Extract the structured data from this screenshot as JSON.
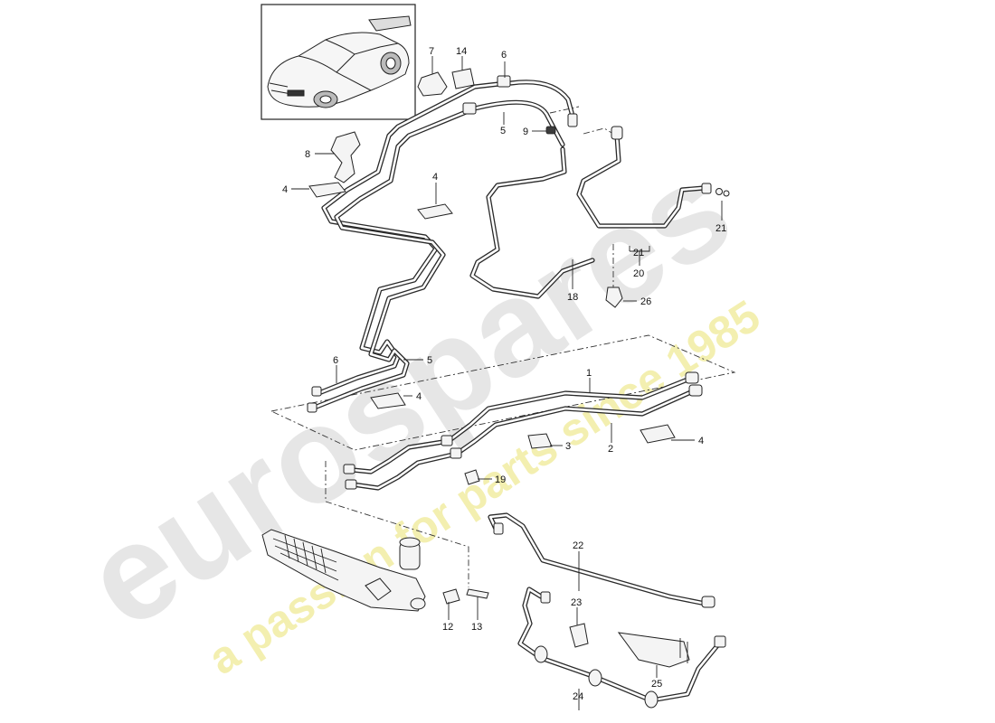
{
  "watermark": {
    "brand": "eurospares",
    "tagline": "a passion for parts since 1985",
    "brand_color": "#e6e6e6",
    "tagline_color": "#f3efb0"
  },
  "thumbnail": {
    "icon": "car-thumbnail-icon"
  },
  "callouts": [
    {
      "id": "p1",
      "label": "1"
    },
    {
      "id": "p2",
      "label": "2"
    },
    {
      "id": "p3",
      "label": "3"
    },
    {
      "id": "p4a",
      "label": "4"
    },
    {
      "id": "p4b",
      "label": "4"
    },
    {
      "id": "p4c",
      "label": "4"
    },
    {
      "id": "p4d",
      "label": "4"
    },
    {
      "id": "p5a",
      "label": "5"
    },
    {
      "id": "p5b",
      "label": "5"
    },
    {
      "id": "p6a",
      "label": "6"
    },
    {
      "id": "p6b",
      "label": "6"
    },
    {
      "id": "p7",
      "label": "7"
    },
    {
      "id": "p8",
      "label": "8"
    },
    {
      "id": "p9",
      "label": "9"
    },
    {
      "id": "p12",
      "label": "12"
    },
    {
      "id": "p13",
      "label": "13"
    },
    {
      "id": "p14",
      "label": "14"
    },
    {
      "id": "p18",
      "label": "18"
    },
    {
      "id": "p19",
      "label": "19"
    },
    {
      "id": "p20",
      "label": "20"
    },
    {
      "id": "p21a",
      "label": "21"
    },
    {
      "id": "p21b",
      "label": "21"
    },
    {
      "id": "p22",
      "label": "22"
    },
    {
      "id": "p23",
      "label": "23"
    },
    {
      "id": "p24",
      "label": "24"
    },
    {
      "id": "p25",
      "label": "25"
    },
    {
      "id": "p26",
      "label": "26"
    }
  ]
}
